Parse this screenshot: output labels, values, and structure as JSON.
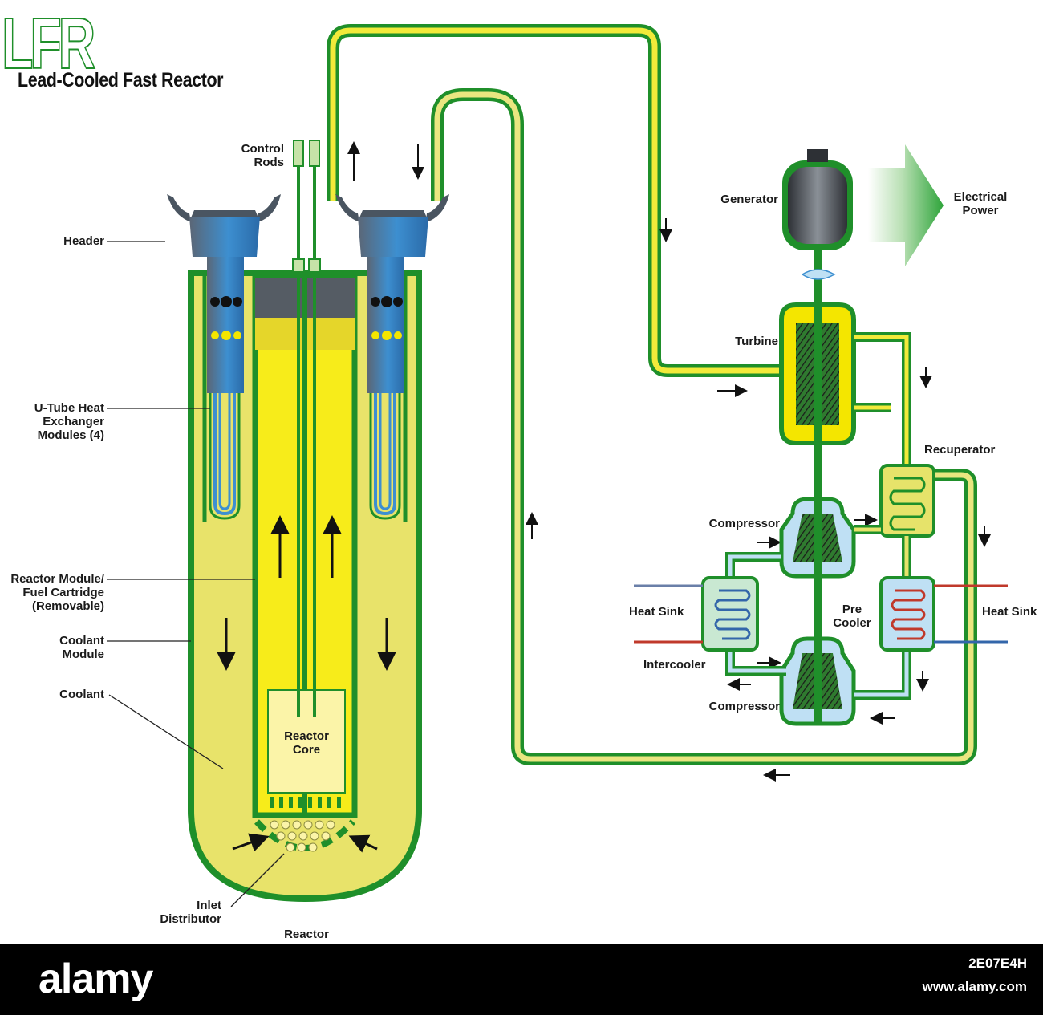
{
  "header": {
    "logo_text": "LFR",
    "title": "Lead-Cooled Fast Reactor"
  },
  "labels": {
    "control_rods": "Control\nRods",
    "header": "Header",
    "u_tube": "U-Tube Heat\nExchanger\nModules (4)",
    "reactor_module": "Reactor Module/\nFuel Cartridge\n(Removable)",
    "coolant_module": "Coolant\nModule",
    "coolant": "Coolant",
    "reactor_core": "Reactor\nCore",
    "inlet_distributor": "Inlet\nDistributor",
    "reactor": "Reactor",
    "generator": "Generator",
    "electrical_power": "Electrical\nPower",
    "turbine": "Turbine",
    "recuperator": "Recuperator",
    "compressor_top": "Compressor",
    "heat_sink_left": "Heat Sink",
    "pre_cooler": "Pre\nCooler",
    "heat_sink_right": "Heat Sink",
    "intercooler": "Intercooler",
    "compressor_bottom": "Compressor"
  },
  "colors": {
    "green": "#1f8f2a",
    "yellow": "#f4e600",
    "pale_yellow": "#e6e36a",
    "cream": "#fbf4a8",
    "steel_blue": "#3d8fd0",
    "grey": "#5a6470",
    "light_blue": "#bfe0f4",
    "red_coil": "#c0392b",
    "blue_coil": "#3366aa"
  },
  "footer": {
    "brand": "alamy",
    "image_id": "2E07E4H",
    "url": "www.alamy.com"
  }
}
